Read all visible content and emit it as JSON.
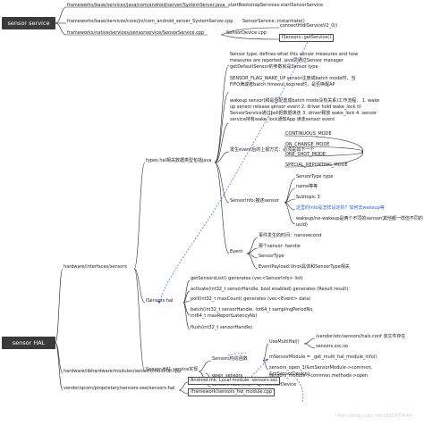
{
  "colors": {
    "root_bg": "#3a3a3a",
    "line": "#2a2a2a",
    "dashed": "#3a6fd8",
    "highlight": "#2f5fd7"
  },
  "roots": {
    "service": "sensor service",
    "hal": "sensor HAL"
  },
  "svc": {
    "p1": "frameworks/base/services/java/com/android/server/SystemServer.java",
    "p1_method": "startBootstrapServices:startSensorService",
    "p2": "frameworks/base/services/core/jni/com_android_server_SystemServer.cpp",
    "p2_method": "SensorService::instantiate()",
    "p3": "frameworks/native/services/sensorservice/SensorService.cpp",
    "p3_method": "SensorDevice.cpp",
    "sd1": "connectHidlServiceV2_0()",
    "sd2": "ISensors::getService()"
  },
  "hal": {
    "path_main": "hardware/interfaces/sensors",
    "types_file": "types.hal相关数据类型包括java",
    "note1": "Sensor type:  defines what this sensor measures and how measures are reported. java层通过Sensor manager getDefaultSensor的参数就是Sensor type",
    "note2": "SENSOR_FLAG_WAKE_UP sensor注册成batch mode时，当FIFO满或者batch timeout expires时，是否唤醒AP",
    "note3": "wakeup sensor(和是否配置成batch mode没有关系)工作流程： 1. wake up sensor release sensor event 2. driver hold wake_lock til SensorService通过poll把数据读走 3. driver释放 wake_lock 4. sensor service持有wake_lock通知App 读走sensor event",
    "reporting": "发生event后的上报方式：必须是如下一个",
    "modes": [
      "CONTINUOUS_MODE",
      "ON_CHANGE_MODE",
      "ONE_SHOT_MODE",
      "SPECIAL_REPORTING_MODE"
    ],
    "sensorinfo": "SensorInfo:描述sensor",
    "info_items": [
      "SensorType type",
      "name等等",
      "Subtopic 3",
      "这里的Info是怎样设定的？如何去wakeup等",
      "wakeup/no-wakeup是两个不同的sensor(其他都一样但不同的uuid)"
    ],
    "event": "Event",
    "event_items": [
      "事件发生的时间：nanosecond",
      "那个sensor: handle",
      "SensorType",
      "EventPayload:Uniol具体和SensorType相关"
    ],
    "isensors": "ISensors.hal",
    "isensors_methods": [
      "getSensorsList() generates (vec<SensorInfo> list)",
      "activate(int32_t sensorHandle, bool enabled) generates (Result result)",
      "poll(int32_t maxCount) generates (vec<Event> data)",
      "batch(int32_t sensorHandle, int64_t samplingPeriodNs, int64_t maxReportLatencyNs)",
      "flush(int32_t sensorHandle)"
    ],
    "impl": "Sensor HAL service实现",
    "ctor": "Sensors构造函数",
    "use_multi": "UseMultiHal()",
    "use_multi_items": [
      "/vendor/etc/sensors/hals.conf 该文件存在",
      "sensors.ssc.so"
    ],
    "mhal1": "mSensorModule = _get_multi_hal_module_info()",
    "mhal2": "sensors_open_1(&mSensorModule->common, &mSensorDevice)",
    "hal_struct": "sensors hal的实现：  是mSensorDevice",
    "multihal": "hardware/libhardware/modules/sensors/multihal.cpp",
    "open_sensors": "open_sensors",
    "open_sensors_val": "sensors_module->common.methods->open",
    "vendor": "vendor/qcom/proprietary/sensors-see/sensors-hal",
    "android_mk": "Android.mk: Local module: sensors.ssc",
    "fw_module": "/framework/sensors_hw_module.cpp"
  },
  "watermark": "https://blog.csdn.net/u011979644"
}
